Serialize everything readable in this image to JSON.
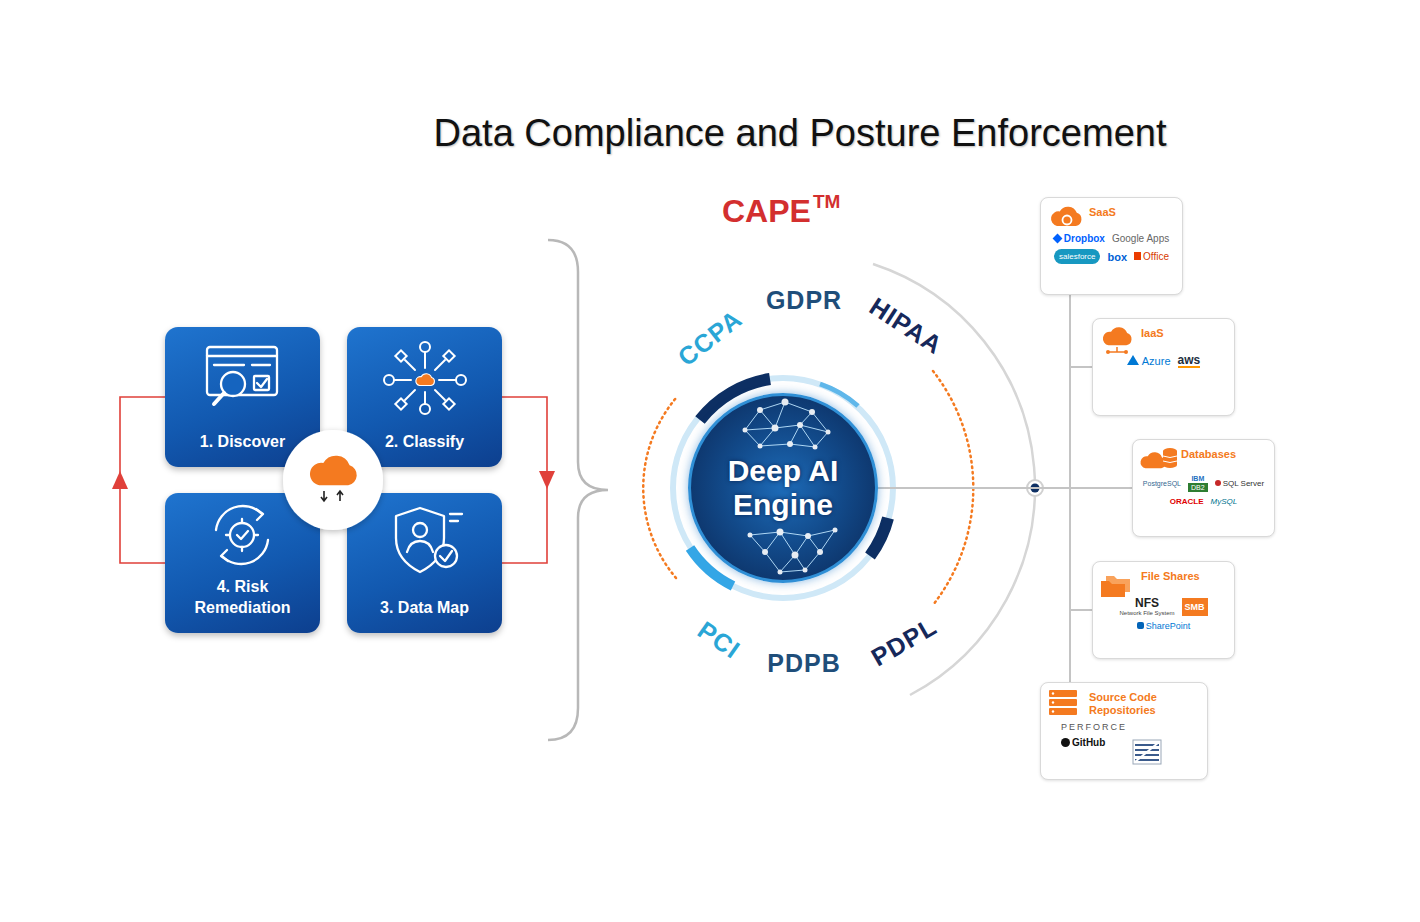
{
  "diagram": {
    "title": "Data Compliance and Posture Enforcement",
    "nodes": [
      {
        "text": [
          "1. Discover"
        ]
      },
      {
        "text": [
          "2. Classify"
        ]
      },
      {
        "text": [
          "3. Data Map"
        ]
      },
      {
        "text": [
          "4. Risk Remediation"
        ]
      },
      {
        "text": [
          "Deep AI Engine"
        ]
      },
      {
        "text": [
          "SaaS",
          "Dropbox",
          "Google Apps",
          "salesforce",
          "box",
          "Office"
        ]
      },
      {
        "text": [
          "IaaS",
          "Azure",
          "aws"
        ]
      },
      {
        "text": [
          "Databases",
          "PostgreSQL",
          "IBM",
          "DB2",
          "SQL Server",
          "ORACLE",
          "MySQL"
        ]
      },
      {
        "text": [
          "File Shares",
          "NFS",
          "Network File System",
          "SMB",
          "SharePoint"
        ]
      },
      {
        "text": [
          "Source Code Repositories",
          "PERFORCE",
          "GitHub"
        ]
      }
    ],
    "edges": [
      {
        "from": 1,
        "to": 2,
        "arrow": "to"
      },
      {
        "from": 3,
        "to": 0,
        "arrow": "to"
      },
      {
        "from": 4,
        "to": 5,
        "arrow": "none"
      },
      {
        "from": 4,
        "to": 6,
        "arrow": "none"
      },
      {
        "from": 4,
        "to": 7,
        "arrow": "none"
      },
      {
        "from": 4,
        "to": 8,
        "arrow": "none"
      },
      {
        "from": 4,
        "to": 9,
        "arrow": "none"
      }
    ],
    "labels": [
      "CAPE",
      "TM",
      "CCPA",
      "GDPR",
      "HIPAA",
      "PCI",
      "PDPB",
      "PDPL"
    ]
  }
}
